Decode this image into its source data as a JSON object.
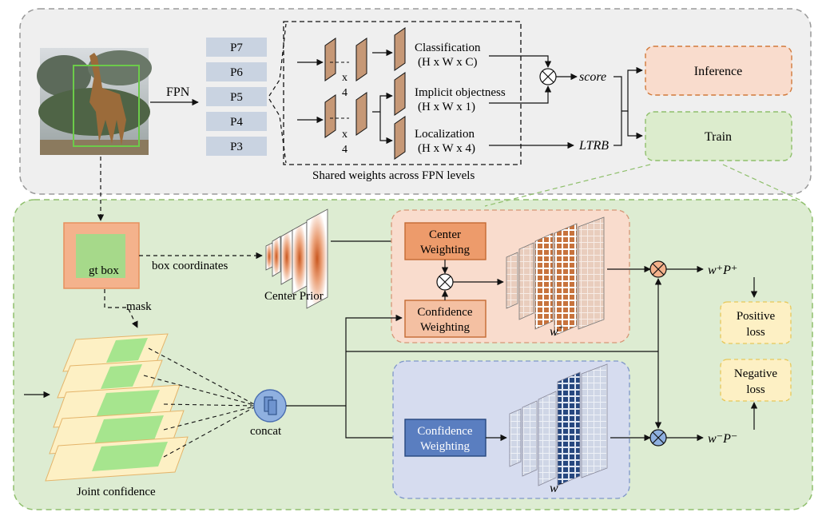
{
  "fpn_label": "FPN",
  "levels": [
    "P7",
    "P6",
    "P5",
    "P4",
    "P3"
  ],
  "head": {
    "x4_top": "x",
    "x4_top_num": "4",
    "x4_bottom": "x",
    "x4_bottom_num": "4",
    "classification": "Classification",
    "classification_shape": "(H x W x C)",
    "objectness": "Implicit objectness",
    "objectness_shape": "(H x W x 1)",
    "localization": "Localization",
    "localization_shape": "(H x W x 4)",
    "shared_caption": "Shared weights across FPN levels"
  },
  "outputs": {
    "score": "score",
    "ltrb": "LTRB"
  },
  "modes": {
    "inference": "Inference",
    "train": "Train"
  },
  "training": {
    "gt_box": "gt box",
    "box_coordinates": "box coordinates",
    "mask": "mask",
    "center_prior": "Center Prior",
    "center_weighting_1": "Center",
    "center_weighting_2": "Weighting",
    "confidence_weighting_1": "Confidence",
    "confidence_weighting_2": "Weighting",
    "neg_confidence_weighting_1": "Confidence",
    "neg_confidence_weighting_2": "Weighting",
    "w_plus": "w",
    "w_plus_sup": "+",
    "w_minus": "w",
    "w_minus_sup": "−",
    "concat": "concat",
    "joint_confidence": "Joint confidence",
    "pos_product": "w⁺P⁺",
    "neg_product": "w⁻P⁻",
    "positive_loss_1": "Positive",
    "positive_loss_2": "loss",
    "negative_loss_1": "Negative",
    "negative_loss_2": "loss"
  },
  "colors": {
    "top_panel": "#efefef",
    "bottom_panel": "#ddecd2",
    "orange_fill": "#f9dccd",
    "orange_border": "#d27a3b",
    "green_fill": "#dceccd",
    "blue_fill": "#d6dcef",
    "blue_dark": "#4a6eb0",
    "yellow_fill": "#fdf0c4",
    "feature_map": "#c69876"
  }
}
